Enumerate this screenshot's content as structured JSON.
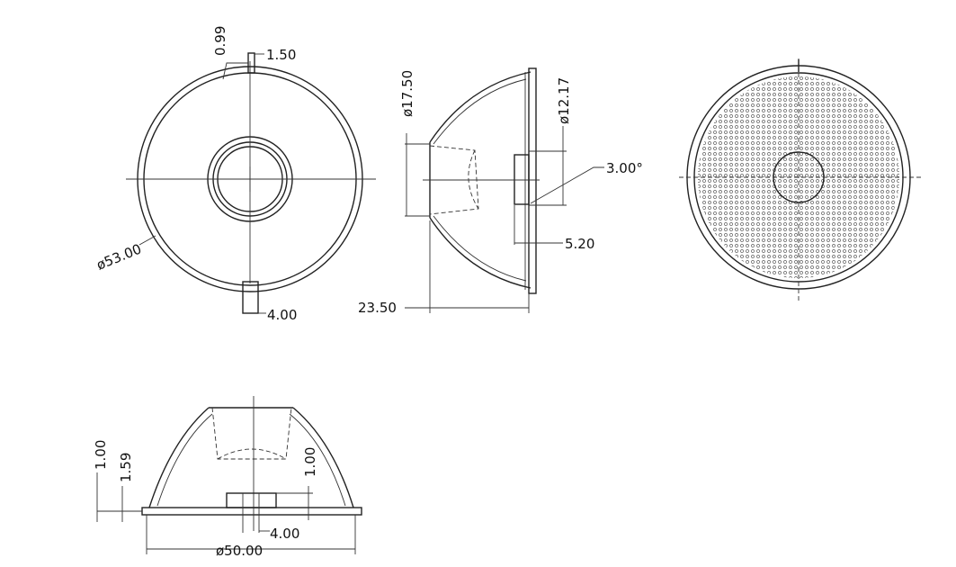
{
  "front_view": {
    "dim_slot_depth": "0.99",
    "dim_slot_width": "1.50",
    "dim_outer_diameter": "ø53.00",
    "dim_bottom_tab": "4.00"
  },
  "side_view": {
    "dim_inner_diameter": "ø17.50",
    "dim_lens_diameter": "ø12.17",
    "dim_angle": "3.00°",
    "dim_lens_depth": "5.20",
    "dim_height": "23.50"
  },
  "profile_view": {
    "dim_flange_thickness": "1.00",
    "dim_base_height": "1.59",
    "dim_step_height": "1.00",
    "dim_center_width": "4.00",
    "dim_base_diameter": "ø50.00"
  }
}
